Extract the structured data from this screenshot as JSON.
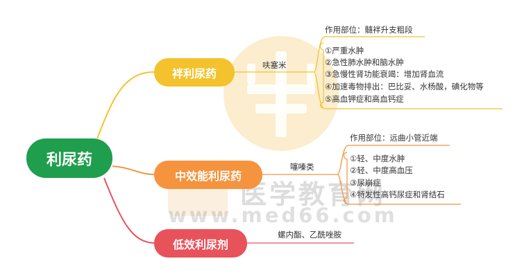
{
  "root": "利尿药",
  "branches": [
    {
      "label": "袢利尿药",
      "drug": "呋塞米",
      "site": "作用部位：髓袢升支粗段",
      "uses": [
        "①严重水肿",
        "②急性肺水肿和脑水肿",
        "③急慢性肾功能衰竭：增加肾血流",
        "④加速毒物排出：巴比妥、水杨酸，碘化物等",
        "⑤高血钾症和高血钙症"
      ]
    },
    {
      "label": "中效能利尿药",
      "drug": "噻嗪类",
      "site": "作用部位：远曲小管近端",
      "uses": [
        "①轻、中度水肿",
        "②轻、中度高血压",
        "③尿崩症",
        "④特发性高钙尿症和肾结石"
      ]
    },
    {
      "label": "低效利尿剂",
      "drug": "螺内酯、乙酰唑胺"
    }
  ],
  "watermark": {
    "brand": "医学教育网",
    "url": "www.med66.com"
  },
  "colors": {
    "root": "#1f9e4e",
    "b1": "#f3c22c",
    "b2": "#f5933e",
    "b3": "#e8525b"
  }
}
